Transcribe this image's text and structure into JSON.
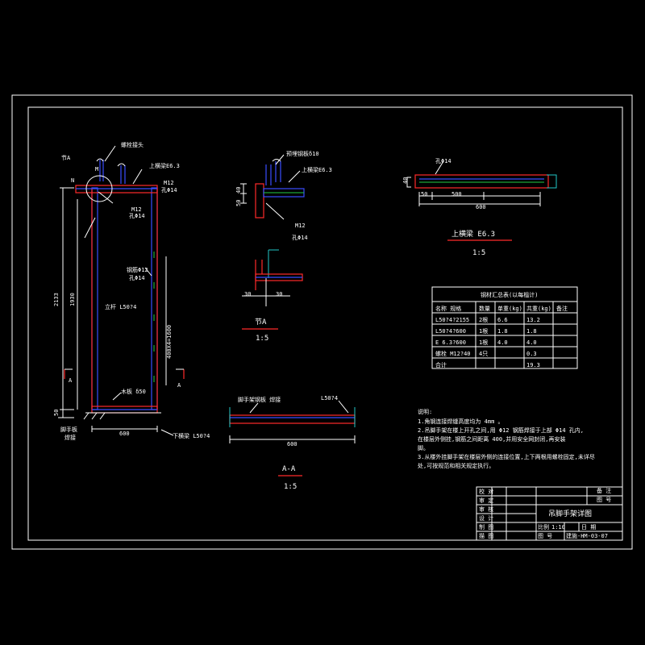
{
  "drawing": {
    "title": "吊脚手架详图",
    "scale": "1:10",
    "drawing_no": "建施-HM-03-07"
  },
  "main_view": {
    "node_a": "节A",
    "m_label": "M",
    "n_label": "N",
    "bolt_label": "螺栓接头",
    "top_beam": "上横梁E6.3",
    "m12_a": "M12",
    "hole14_a": "孔Φ14",
    "m12_b": "M12",
    "hole14_b": "孔Φ14",
    "hole12": "钢筋Φ12",
    "hole14_c": "孔Φ14",
    "post": "立杆 L50?4",
    "board": "木板 δ50",
    "bottom_beam": "下横梁 L50?4",
    "angle_iron": "脚手板",
    "weld": "焊接",
    "dim_height_total": "2133",
    "dim_height": "1930",
    "dim_spacing": "400X4=1600",
    "dim_width": "600",
    "dim_small": "50",
    "section_a_left": "A",
    "section_a_right": "A"
  },
  "node_view": {
    "label1": "预埋钢板δ10",
    "label2": "上横梁E6.3",
    "m12": "M12",
    "hole": "孔Φ14",
    "dim1": "40",
    "dim2": "50"
  },
  "detail_a": {
    "title": "节A",
    "scale": "1:5",
    "dim_left": "30",
    "dim_right": "30"
  },
  "top_beam_view": {
    "hole": "孔Φ14",
    "dim_50": "50",
    "dim_500": "500",
    "dim_600": "600",
    "dim_side": "40",
    "title": "上横梁  E6.3",
    "scale": "1:5"
  },
  "section_aa": {
    "left_label": "脚手架钢板 焊接",
    "right_label": "L50?4",
    "dim": "600",
    "title": "A-A",
    "scale": "1:5"
  },
  "table": {
    "title": "钢材汇总表(以每榀计)",
    "headers": [
      "名称 规格",
      "数量",
      "单重(kg)",
      "共重(kg)",
      "备注"
    ],
    "rows": [
      [
        "L50?4?2155",
        "2根",
        "6.6",
        "13.2",
        ""
      ],
      [
        "L50?4?600",
        "1根",
        "1.8",
        "1.8",
        ""
      ],
      [
        "E 6.3?600",
        "1根",
        "4.0",
        "4.0",
        ""
      ],
      [
        "螺栓 M12?40",
        "4只",
        "",
        "0.3",
        ""
      ],
      [
        "合计",
        "",
        "",
        "19.3",
        ""
      ]
    ]
  },
  "notes": {
    "title": "说明:",
    "lines": [
      "1.角钢连接焊缝高度均为 4mm 。",
      "2.吊脚手架在楼上开孔之间,用 Φ12 钢筋焊接于上部 Φ14 孔内,",
      "   在楼层外侧挂,钢筋之间距离 400,并用安全网封闭,再安装",
      "   脚。",
      "3.从楼外挂脚手架在楼层外侧的连接位置,上下两根用螺栓固定,未详尽",
      "   处,可按规范和相关规定执行。"
    ]
  },
  "title_block": {
    "rows_left": [
      "校 对",
      "审 定",
      "审 核",
      "设 计",
      "制 图",
      "描 图"
    ],
    "right_top1": "备 注",
    "right_top2": "图 号",
    "scale_label": "比例",
    "scale_value": "1:10",
    "date_label": "日 期",
    "num_label": "图 号",
    "num_value": "建施-HM-03-07"
  }
}
